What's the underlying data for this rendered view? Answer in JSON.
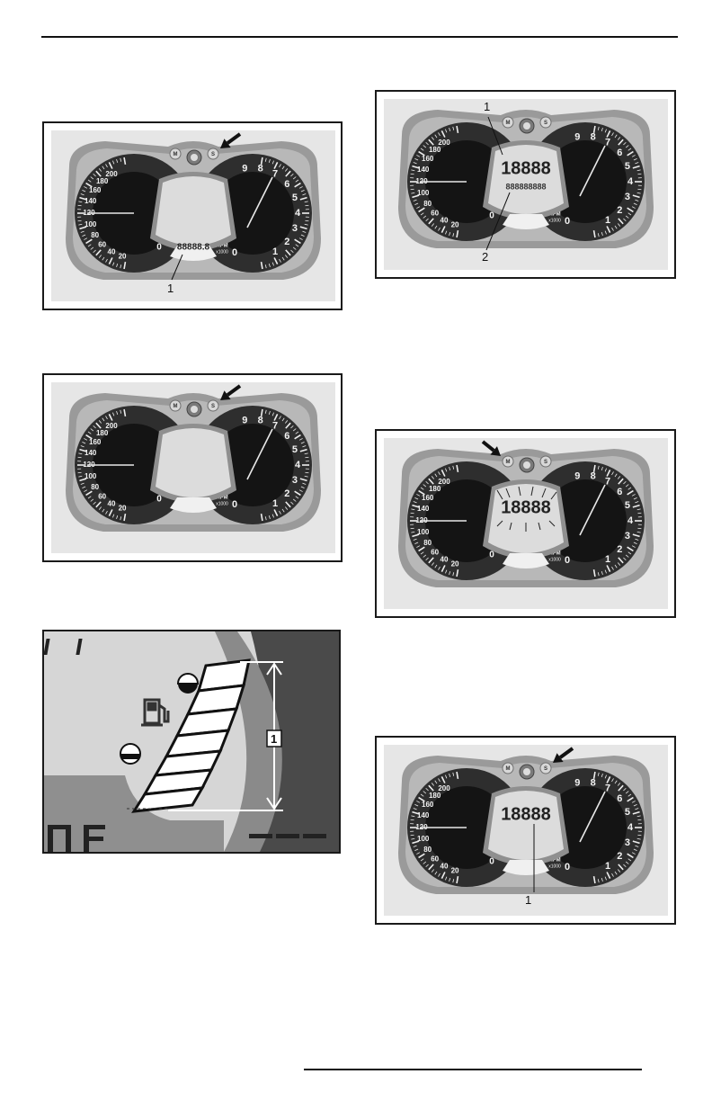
{
  "figures": [
    {
      "id": "figure-1",
      "display": {
        "main_digits": "",
        "bottom_digits": "88888.8"
      },
      "callouts": [
        "1"
      ],
      "arrow_target": "S"
    },
    {
      "id": "figure-2",
      "display": {
        "main_digits": "",
        "bottom_digits": ""
      },
      "callouts": [],
      "arrow_target": "S"
    },
    {
      "id": "figure-3",
      "kind": "fuel-gauge-closeup",
      "callouts": [
        "1"
      ]
    },
    {
      "id": "figure-4",
      "display": {
        "main_digits": "18888",
        "segment_line": "888888888"
      },
      "callouts": [
        "1",
        "2"
      ]
    },
    {
      "id": "figure-5",
      "display": {
        "main_digits": "18888"
      },
      "callouts": [],
      "arrow_target": "M"
    },
    {
      "id": "figure-6",
      "display": {
        "main_digits": "18888"
      },
      "callouts": [
        "1"
      ],
      "arrow_target": "S"
    }
  ],
  "cluster": {
    "mode_button": "M",
    "set_button": "S",
    "speed_ticks": [
      "20",
      "40",
      "60",
      "80",
      "100",
      "120",
      "140",
      "160",
      "180",
      "200"
    ],
    "speed_zero": "0",
    "rpm_ticks": [
      "1",
      "2",
      "3",
      "4",
      "5",
      "6",
      "7",
      "8",
      "9"
    ],
    "rpm_zero": "0",
    "rpm_label": "RPM",
    "rpm_unit": "x1000"
  }
}
